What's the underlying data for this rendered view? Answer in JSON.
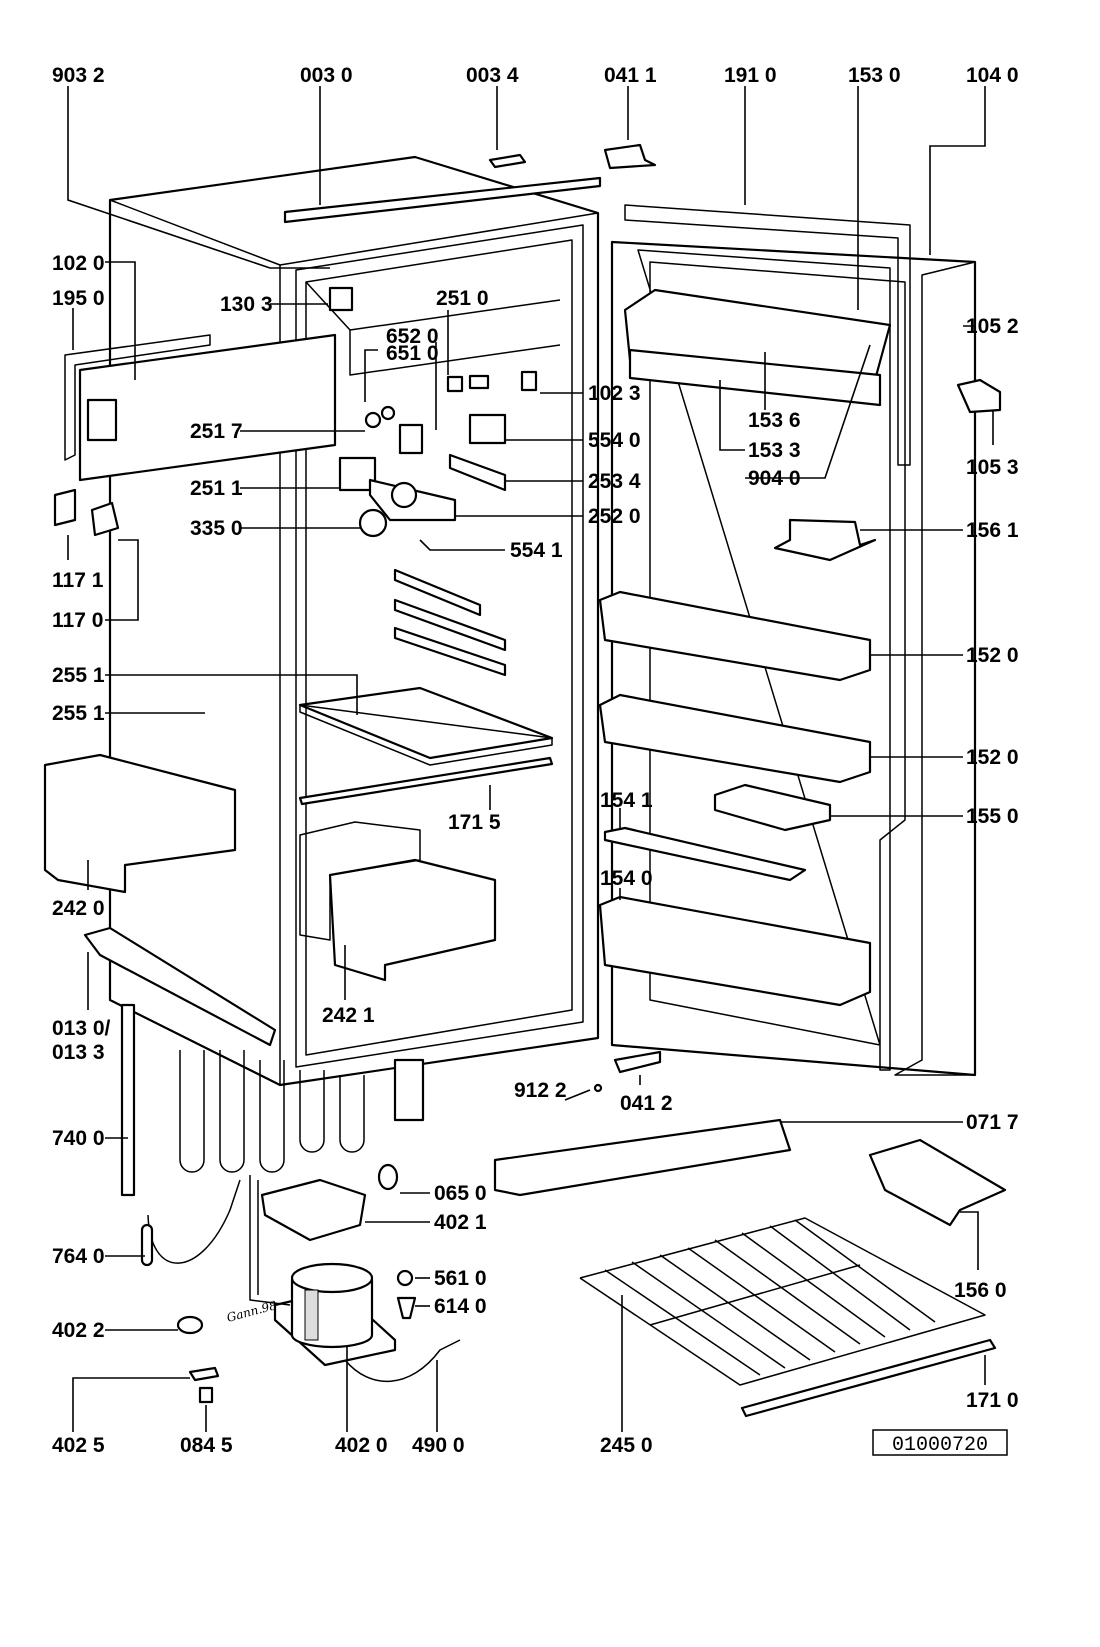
{
  "labels": {
    "l9032": "903 2",
    "l0030": "003 0",
    "l0034": "003 4",
    "l0411": "041 1",
    "l1910": "191 0",
    "l1530": "153 0",
    "l1040": "104 0",
    "l1020": "102 0",
    "l1950": "195 0",
    "l1303": "130 3",
    "l2510": "251 0",
    "l6520": "652 0",
    "l6510": "651 0",
    "l2517": "251 7",
    "l2511": "251 1",
    "l3350": "335 0",
    "l1023": "102 3",
    "l5540": "554 0",
    "l2534": "253 4",
    "l2520": "252 0",
    "l5541": "554 1",
    "l1171": "117 1",
    "l1170": "117 0",
    "l2551a": "255 1",
    "l2551b": "255 1",
    "l1715": "171 5",
    "l2420": "242 0",
    "l2421": "242 1",
    "l0130": "013 0/",
    "l0133": "013 3",
    "l7400": "740 0",
    "l7640": "764 0",
    "l4022": "402 2",
    "l4025": "402 5",
    "l0845": "084 5",
    "l4020": "402 0",
    "l4900": "490 0",
    "l2450": "245 0",
    "l1052": "105 2",
    "l1053": "105 3",
    "l1536": "153 6",
    "l1533": "153 3",
    "l9040": "904 0",
    "l1561": "156 1",
    "l1520a": "152 0",
    "l1520b": "152 0",
    "l1541": "154 1",
    "l1550": "155 0",
    "l1540": "154 0",
    "l0412": "041 2",
    "l9122": "912 2",
    "l0717": "071 7",
    "l0650": "065 0",
    "l4021": "402 1",
    "l5610": "561 0",
    "l6140": "614 0",
    "l1560": "156 0",
    "l1710": "171 0"
  },
  "signature": "Gann.98",
  "drawing_number": "01000720"
}
